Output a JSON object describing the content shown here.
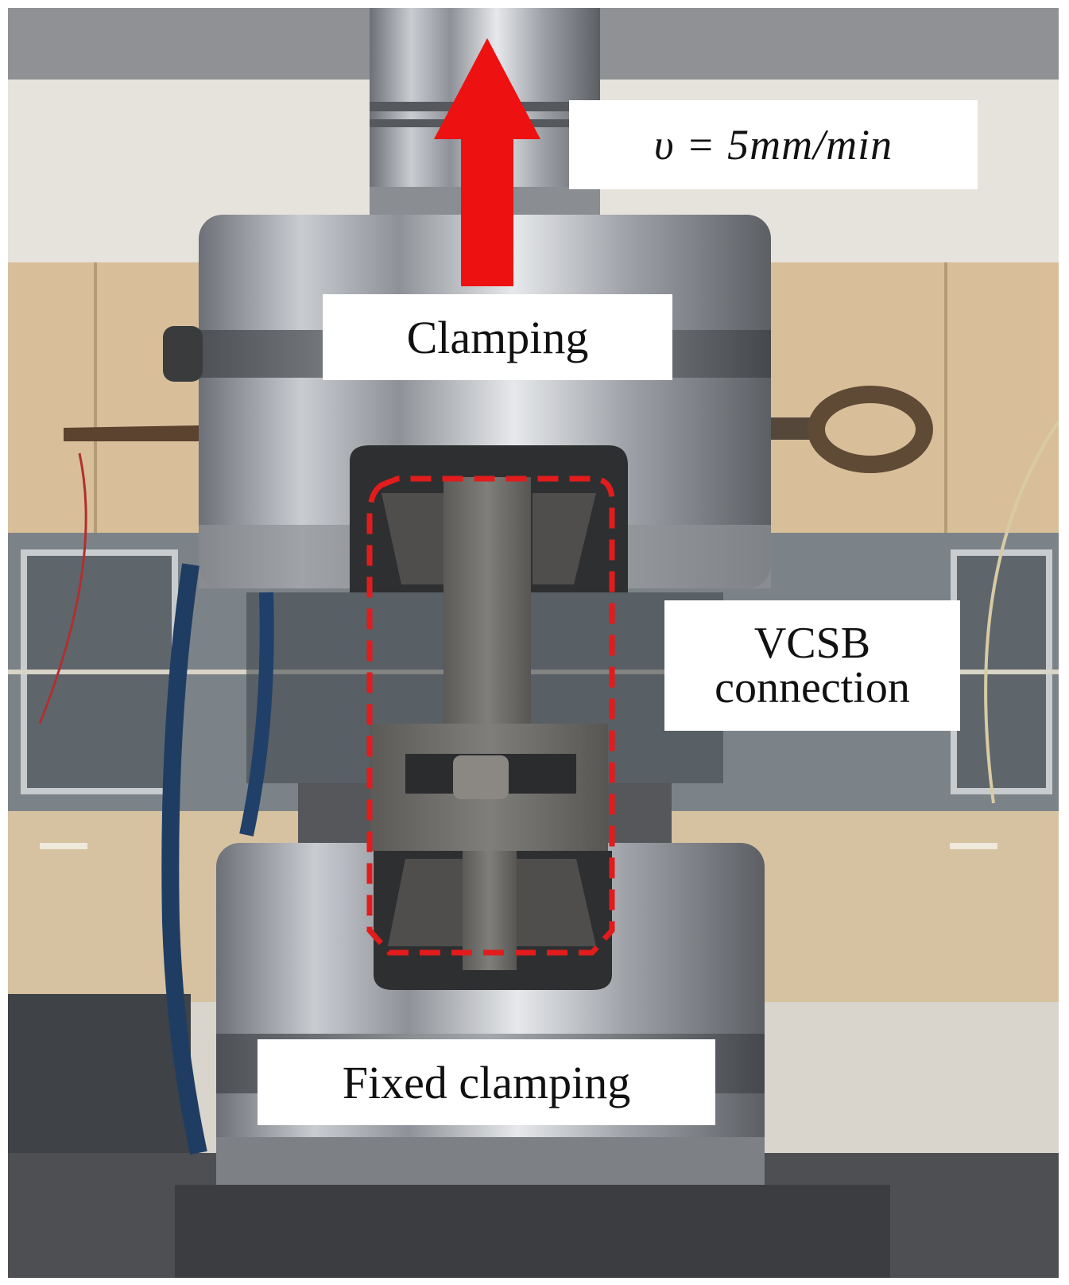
{
  "figure": {
    "speed_label": "υ = 5mm/min",
    "clamping_label": "Clamping",
    "vcsb_line1": "VCSB",
    "vcsb_line2": "connection",
    "fixed_clamping_label": "Fixed clamping"
  },
  "colors": {
    "arrow": "#ee1111",
    "outline": "#e21c1c",
    "steel": "#b8bcc2",
    "specimen": "#6d6c68"
  },
  "icons": [
    "upward-arrow-icon",
    "dashed-outline-region"
  ]
}
